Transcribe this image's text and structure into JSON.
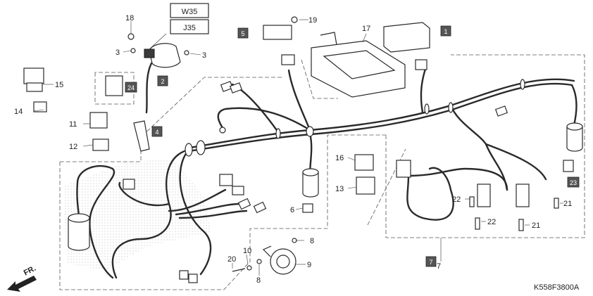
{
  "variant_labels": [
    "W35",
    "J35"
  ],
  "callouts": {
    "n18": "18",
    "n19": "19",
    "n3a": "3",
    "n3b": "3",
    "n17": "17",
    "n15": "15",
    "n14": "14",
    "n11": "11",
    "n12": "12",
    "n16": "16",
    "n13": "13",
    "n6": "6",
    "n22a": "22",
    "n22b": "22",
    "n21a": "21",
    "n21b": "21",
    "n8a": "8",
    "n8b": "8",
    "n9": "9",
    "n10": "10",
    "n20": "20",
    "n7": "7"
  },
  "boxed": {
    "b5": "5",
    "b2": "2",
    "b24": "24",
    "b4": "4",
    "b1": "1",
    "b23": "23",
    "b7": "7"
  },
  "direction": "FR.",
  "diagram_code": "K558F3800A",
  "colors": {
    "box_fill": "#555555",
    "line": "#2a2a2a"
  }
}
